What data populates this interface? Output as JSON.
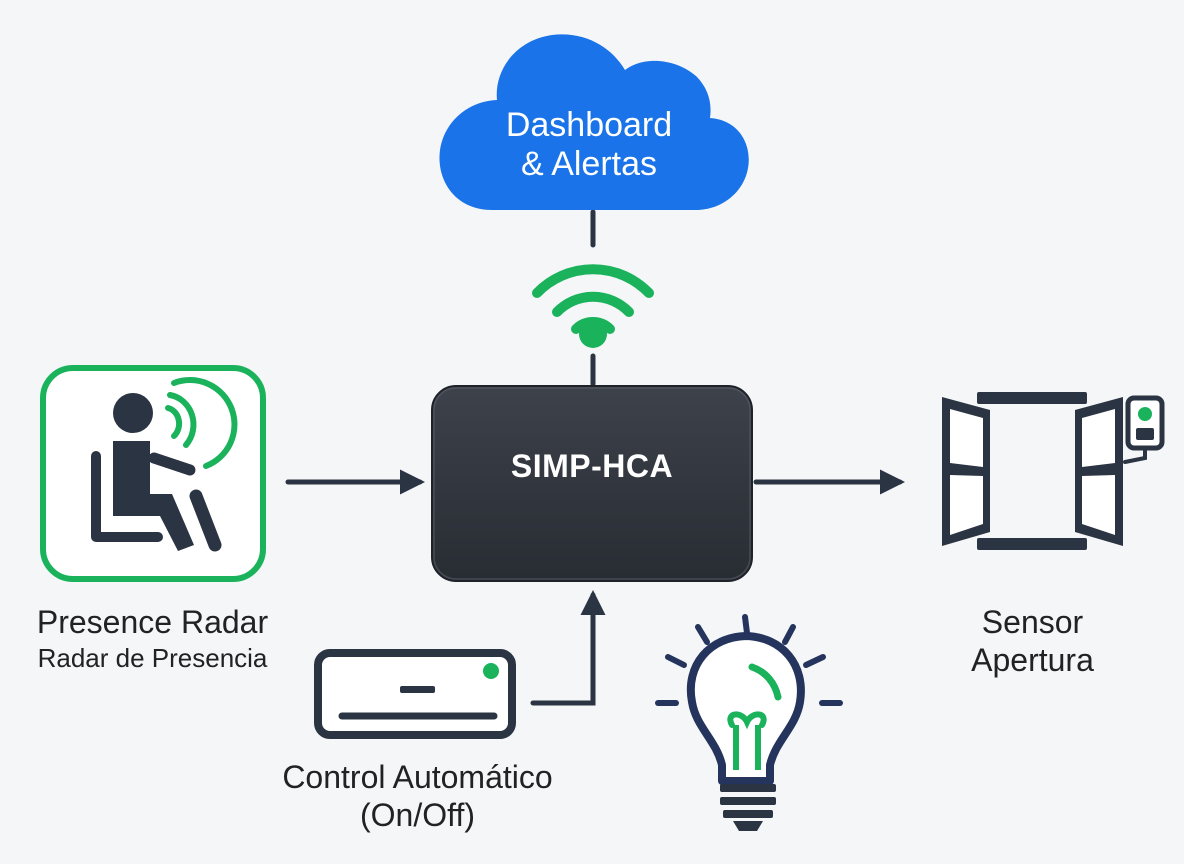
{
  "cloud": {
    "line1": "Dashboard",
    "line2": "& Alertas",
    "color": "#1a73e8",
    "icon": "cloud-icon"
  },
  "hub": {
    "label": "SIMP-HCA",
    "color": "#2f333b"
  },
  "wifi": {
    "icon": "wifi-icon",
    "color": "#1ab35c"
  },
  "radar": {
    "title": "Presence Radar",
    "subtitle": "Radar de Presencia",
    "icon": "seated-person-radar-icon",
    "frame_color": "#1ab35c"
  },
  "sensor": {
    "line1": "Sensor",
    "line2": "Apertura",
    "icon": "window-sensor-icon"
  },
  "ac": {
    "line1": "Control Automático",
    "line2": "(On/Off)",
    "icon": "air-conditioner-icon"
  },
  "bulb": {
    "icon": "light-bulb-icon"
  },
  "colors": {
    "line": "#2b3442",
    "accent_green": "#1ab35c",
    "accent_blue": "#1a73e8",
    "dark_icon": "#2b3442"
  }
}
